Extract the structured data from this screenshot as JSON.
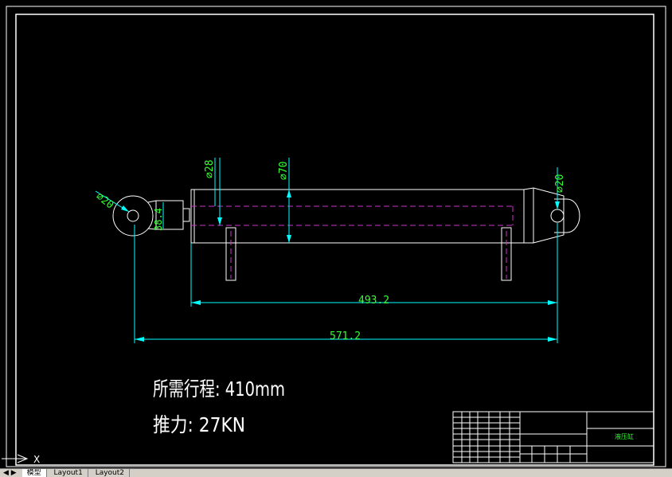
{
  "dimensions": {
    "dia_rod_eye": "⌀20",
    "dia_rod": "⌀28",
    "dia_bore": "⌀70",
    "dia_cap_eye": "⌀20",
    "neck": "38.4",
    "body_length": "493.2",
    "overall_length": "571.2"
  },
  "notes": {
    "stroke": "所需行程: 410mm",
    "thrust": "推力: 27KN"
  },
  "title_block": {
    "drawing_name": "液压缸"
  },
  "ucs": {
    "x_label": "X"
  },
  "tabs": {
    "items": [
      {
        "label": "模型"
      },
      {
        "label": "Layout1"
      },
      {
        "label": "Layout2"
      }
    ]
  },
  "colors": {
    "background": "#000000",
    "frame": "#ffffff",
    "outline": "#ffffff",
    "hidden": "#cc33cc",
    "dimension": "#00ffff",
    "dimension_text": "#33ff33"
  }
}
